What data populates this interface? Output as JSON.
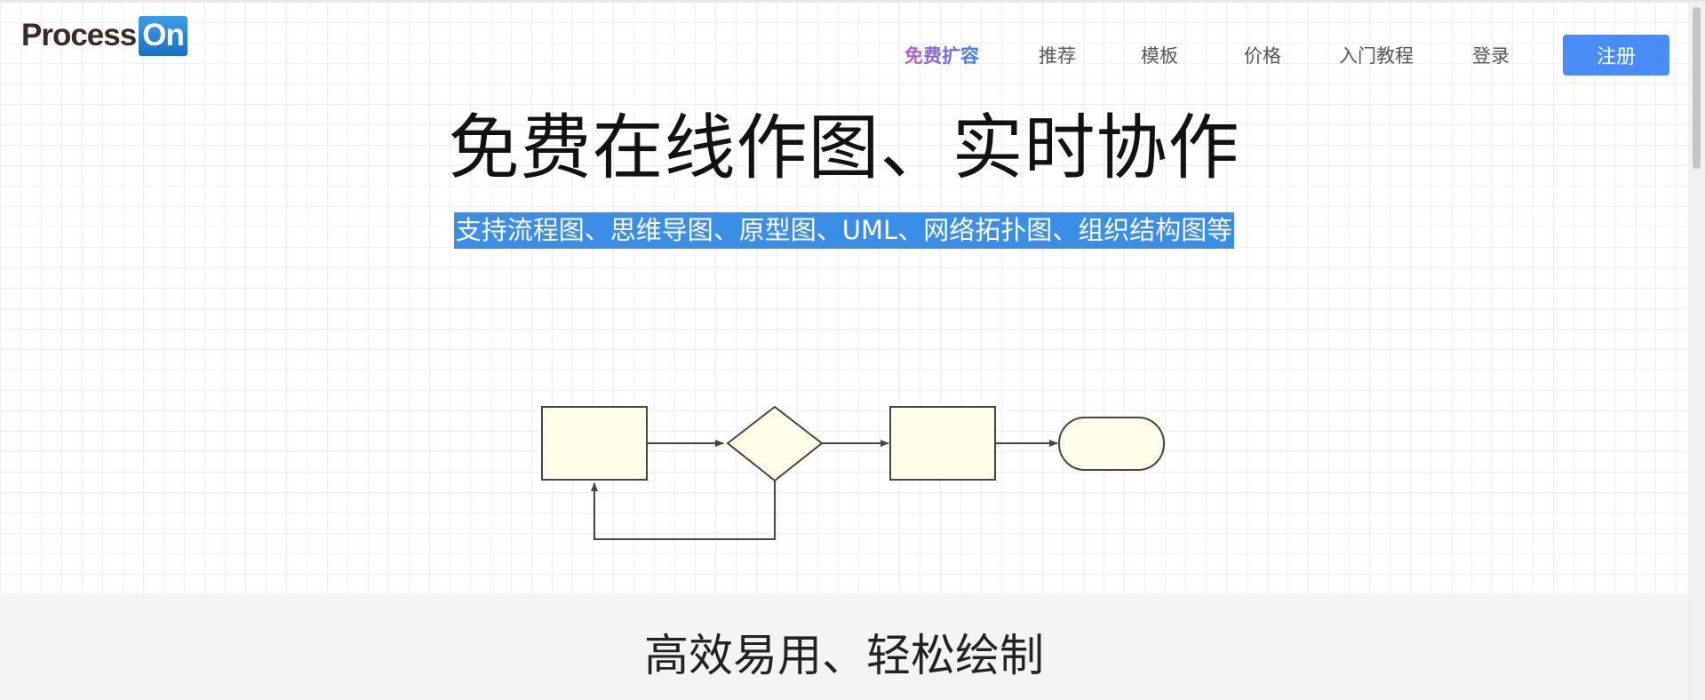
{
  "header": {
    "logo": {
      "text_process": "Process",
      "text_on": "On"
    },
    "nav": {
      "promo": "免费扩容",
      "recommend": "推荐",
      "templates": "模板",
      "pricing": "价格",
      "tutorial": "入门教程",
      "login": "登录",
      "register": "注册"
    }
  },
  "hero": {
    "title": "免费在线作图、实时协作",
    "subtitle": "支持流程图、思维导图、原型图、UML、网络拓扑图、组织结构图等"
  },
  "features": {
    "title": "高效易用、轻松绘制"
  },
  "colors": {
    "accent": "#4a8cf5",
    "selection": "#3a8ee6",
    "shape_fill": "#fdfde8",
    "shape_stroke": "#444444"
  }
}
